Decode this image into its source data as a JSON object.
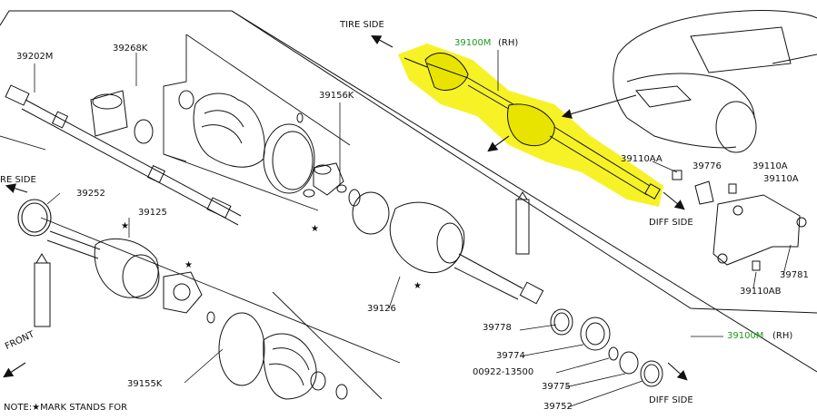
{
  "diagram": {
    "part_labels": {
      "p39202M": "39202M",
      "p39268K": "39268K",
      "p39156K": "39156K",
      "p39100M_top": "39100M",
      "p39100M_top_side": "(RH)",
      "p39100M_right": "39100M",
      "p39100M_right_side": "(RH)",
      "p39110AA": "39110AA",
      "p39776": "39776",
      "p39110A_1": "39110A",
      "p39110A_2": "39110A",
      "p39252": "39252",
      "p39125": "39125",
      "p39126": "39126",
      "p39781": "39781",
      "p39110AB": "39110AB",
      "p39778": "39778",
      "p39774": "39774",
      "p00922": "00922-13500",
      "p39775": "39775",
      "p39752": "39752",
      "p39155K": "39155K"
    },
    "direction_labels": {
      "tire_side_top": "TIRE SIDE",
      "tire_side_left": "RE SIDE",
      "diff_side_top": "DIFF SIDE",
      "diff_side_bottom": "DIFF SIDE",
      "front": "FRONT"
    },
    "note": "NOTE:★MARK STANDS FOR",
    "colors": {
      "highlight": "#f5f000",
      "callout_green": "#1a9a1a",
      "line": "#111111"
    }
  }
}
